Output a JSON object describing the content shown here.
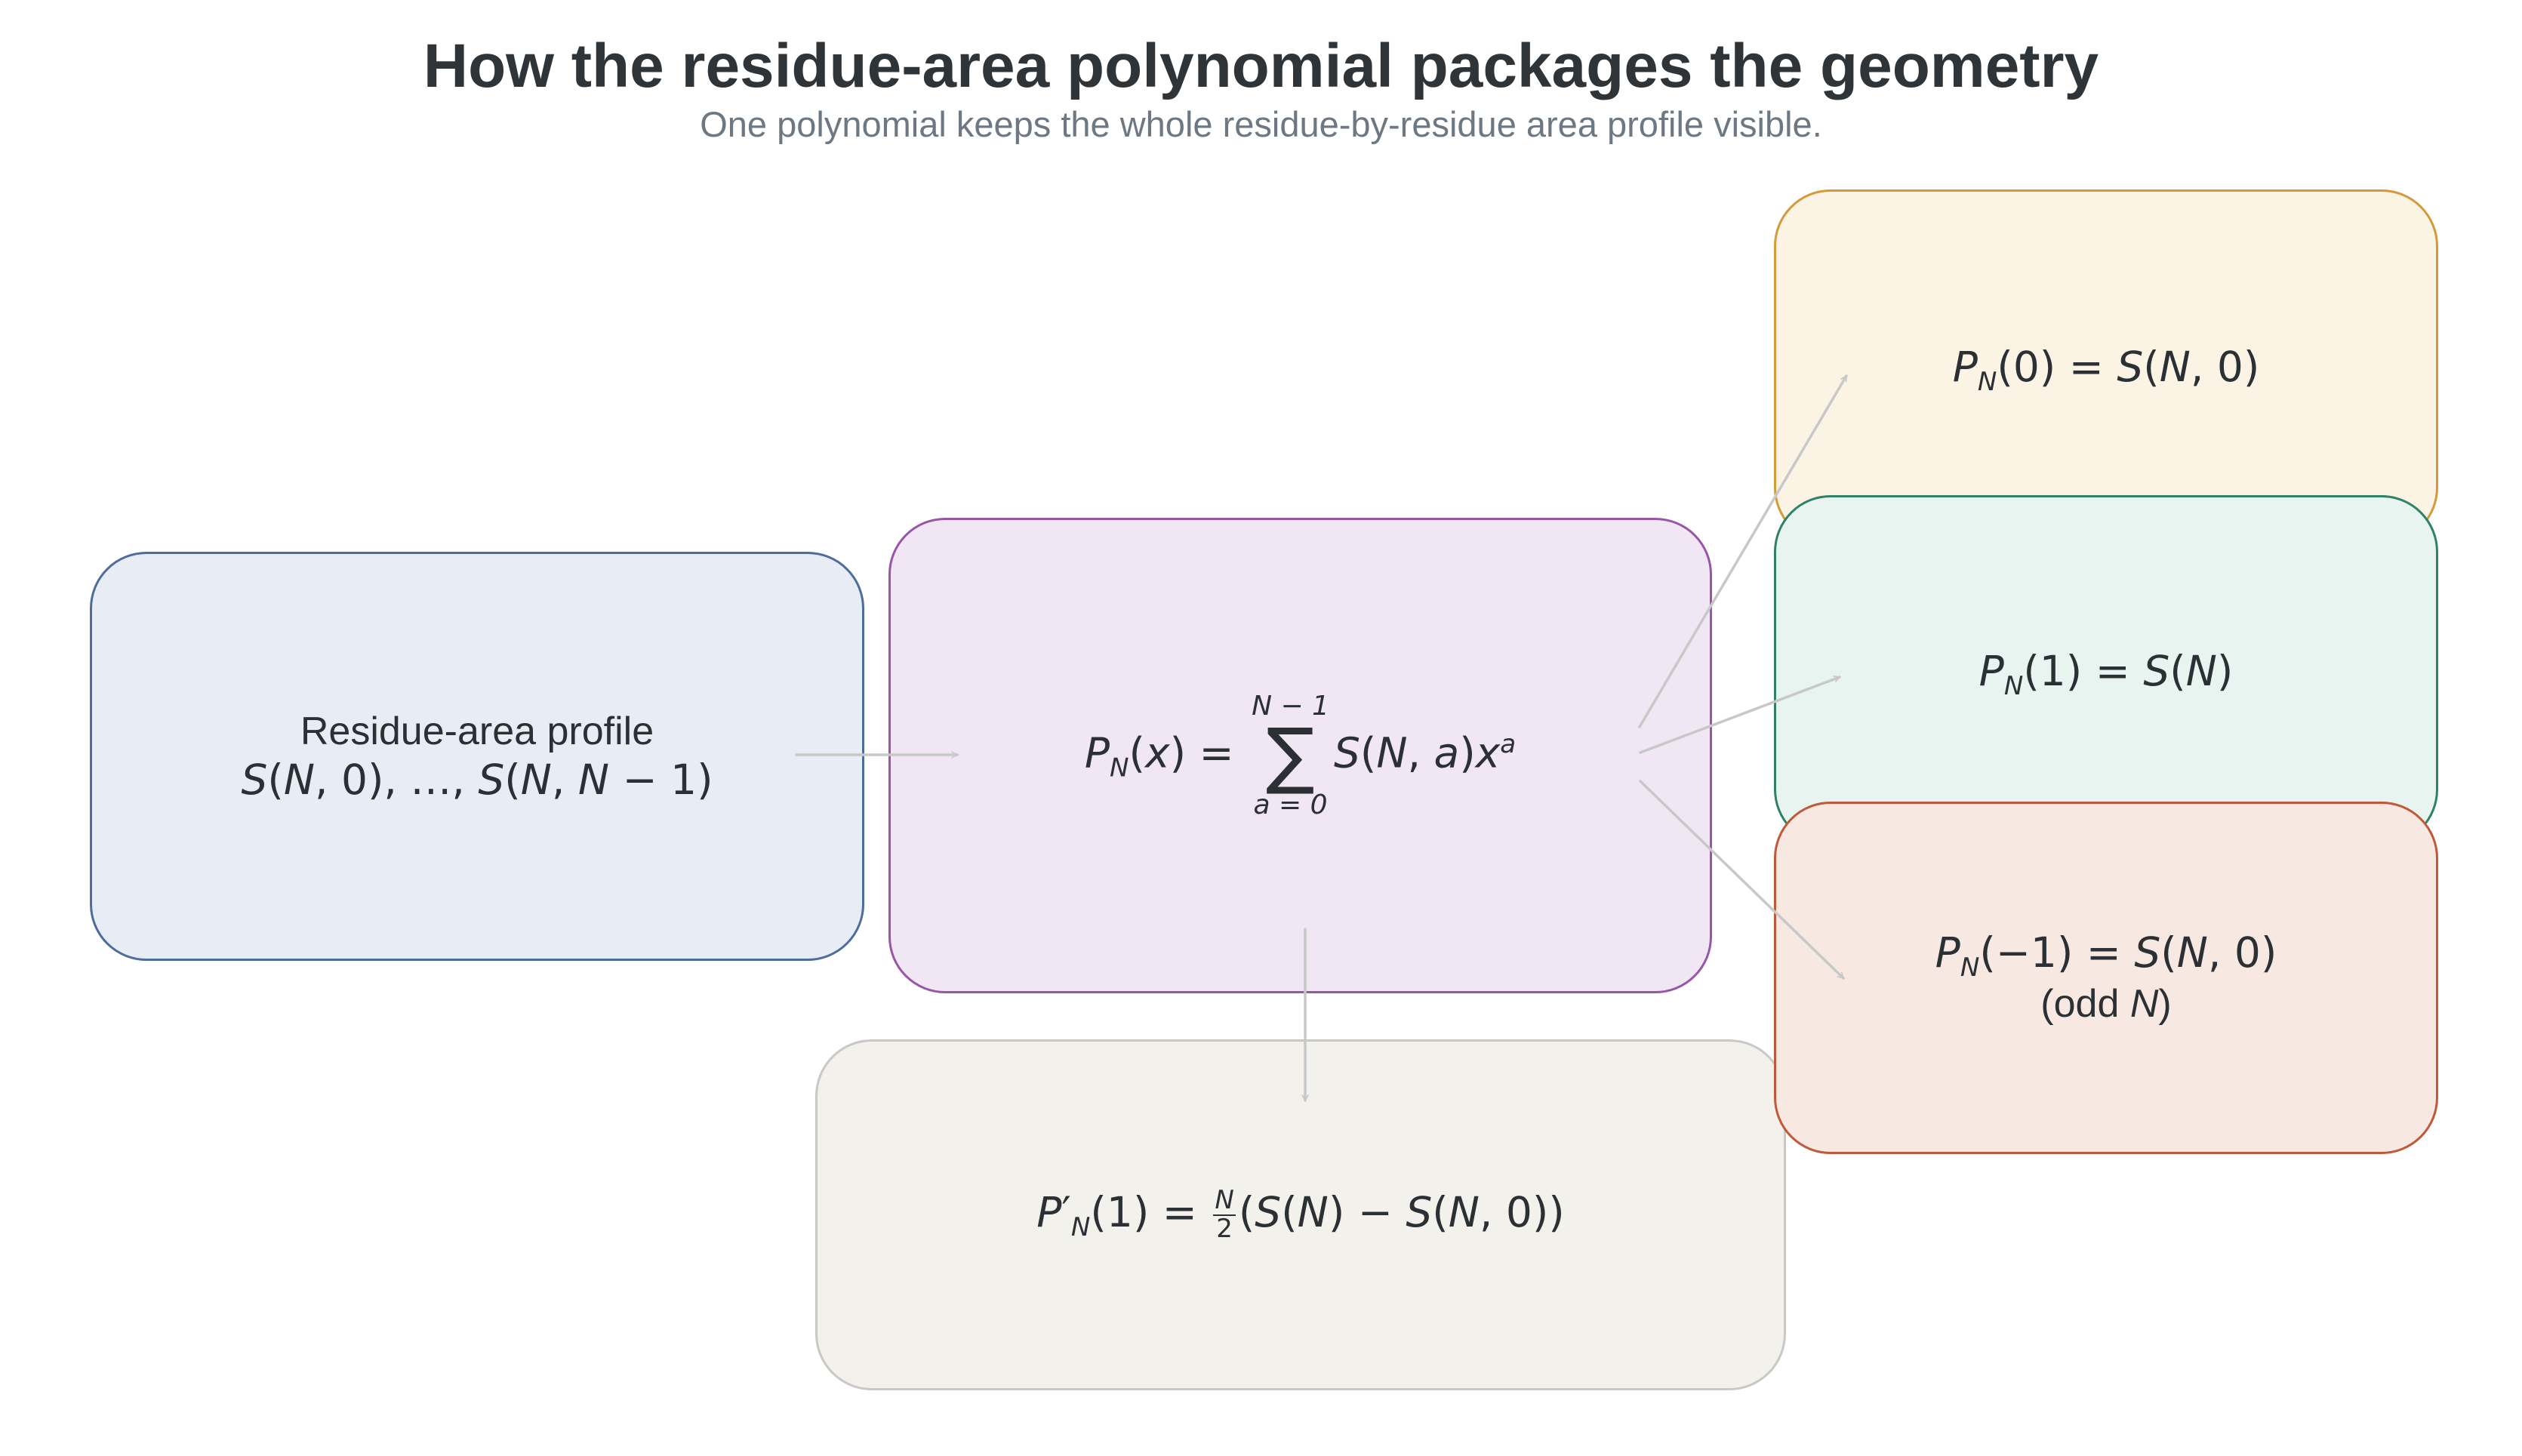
{
  "title": "How the residue-area polynomial packages the geometry",
  "subtitle": "One polynomial keeps the whole residue-by-residue area profile visible.",
  "nodes": {
    "profile": {
      "label": "Residue-area profile",
      "formula": "S(N, 0), …, S(N, N − 1)"
    },
    "polynomial": {
      "formula": "P_N(x) = Σ_{a=0}^{N−1} S(N, a) x^a",
      "sum_upper": "N − 1",
      "sum_lower": "a = 0"
    },
    "derivative": {
      "formula": "P′_N(1) = N/2 (S(N) − S(N, 0))"
    },
    "at_zero": {
      "formula": "P_N(0) = S(N, 0)"
    },
    "at_one": {
      "formula": "P_N(1) = S(N)"
    },
    "at_minus_one": {
      "formula": "P_N(−1) = S(N, 0)",
      "note": "(odd N)"
    }
  },
  "colors": {
    "profile_fill": "#e8ecf4",
    "profile_border": "#4e6d9c",
    "poly_fill": "#f1e6f4",
    "poly_border": "#9856a6",
    "deriv_fill": "#f3f1eb",
    "deriv_border": "#c9c8c5",
    "zero_fill": "#fbf4e4",
    "zero_border": "#d49a3a",
    "one_fill": "#e8f4ef",
    "one_border": "#2f8265",
    "neg_fill": "#f7e8e2",
    "neg_border": "#c0583a",
    "arrow": "#c8c8c8"
  },
  "edges": [
    {
      "from": "profile",
      "to": "polynomial"
    },
    {
      "from": "polynomial",
      "to": "at_zero"
    },
    {
      "from": "polynomial",
      "to": "at_one"
    },
    {
      "from": "polynomial",
      "to": "at_minus_one"
    },
    {
      "from": "polynomial",
      "to": "derivative"
    }
  ]
}
